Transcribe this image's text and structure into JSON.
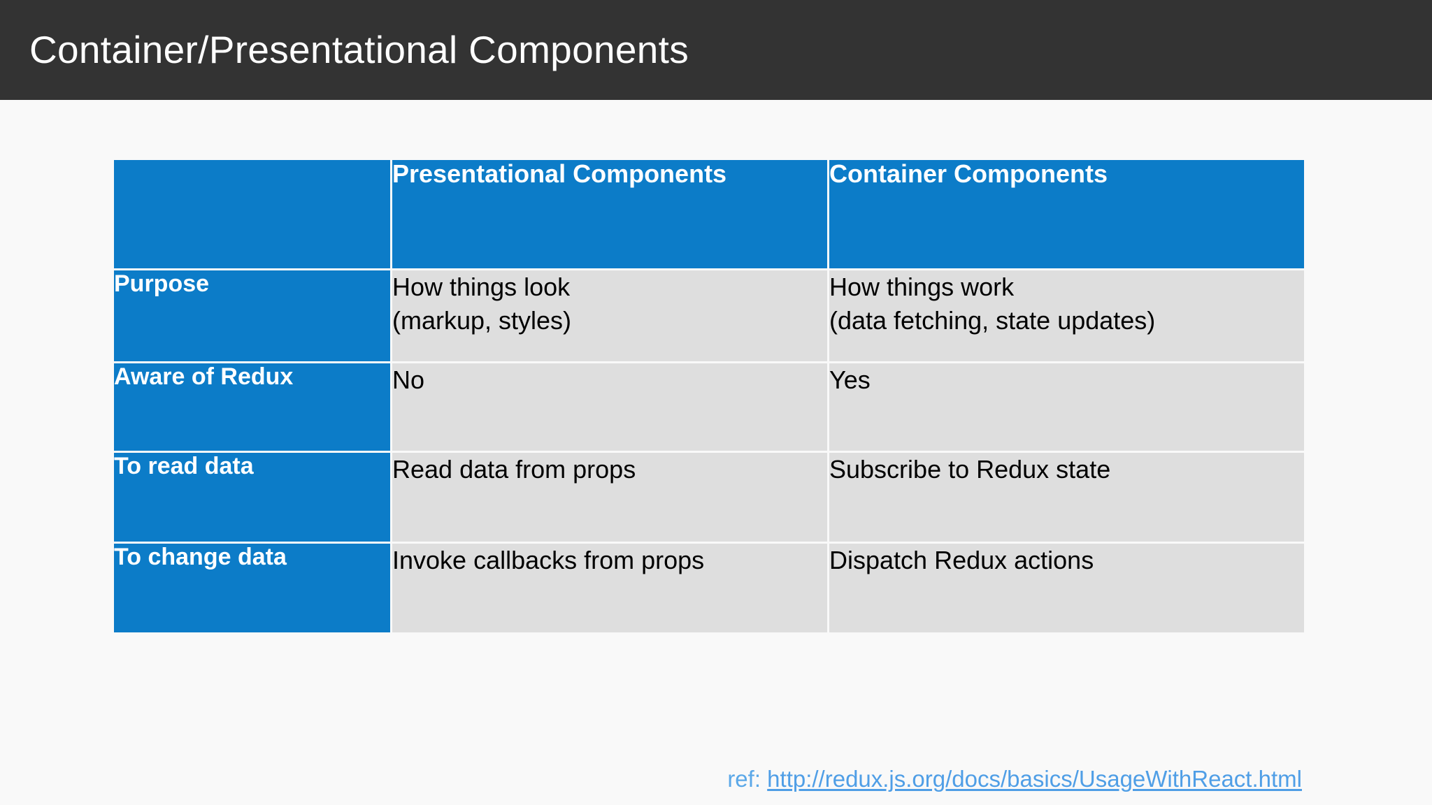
{
  "slide": {
    "title": "Container/Presentational Components",
    "accent_color": "#0c7cc8",
    "header_bg": "#333333",
    "body_bg": "#f9f9f9",
    "cell_bg": "#dedede",
    "link_color": "#5ba8e8"
  },
  "table": {
    "columns": [
      {
        "key": "label",
        "header": ""
      },
      {
        "key": "presentational",
        "header": "Presentational Components"
      },
      {
        "key": "container",
        "header": "Container Components"
      }
    ],
    "rows": [
      {
        "label": "Purpose",
        "presentational": "How things look\n(markup, styles)",
        "container": "How things work\n(data fetching, state updates)"
      },
      {
        "label": "Aware of Redux",
        "presentational": "No",
        "container": "Yes"
      },
      {
        "label": "To read data",
        "presentational": "Read data from props",
        "container": "Subscribe to Redux state"
      },
      {
        "label": "To change data",
        "presentational": "Invoke callbacks from props",
        "container": "Dispatch Redux actions"
      }
    ]
  },
  "reference": {
    "label": "ref: ",
    "url_text": "http://redux.js.org/docs/basics/UsageWithReact.html"
  }
}
